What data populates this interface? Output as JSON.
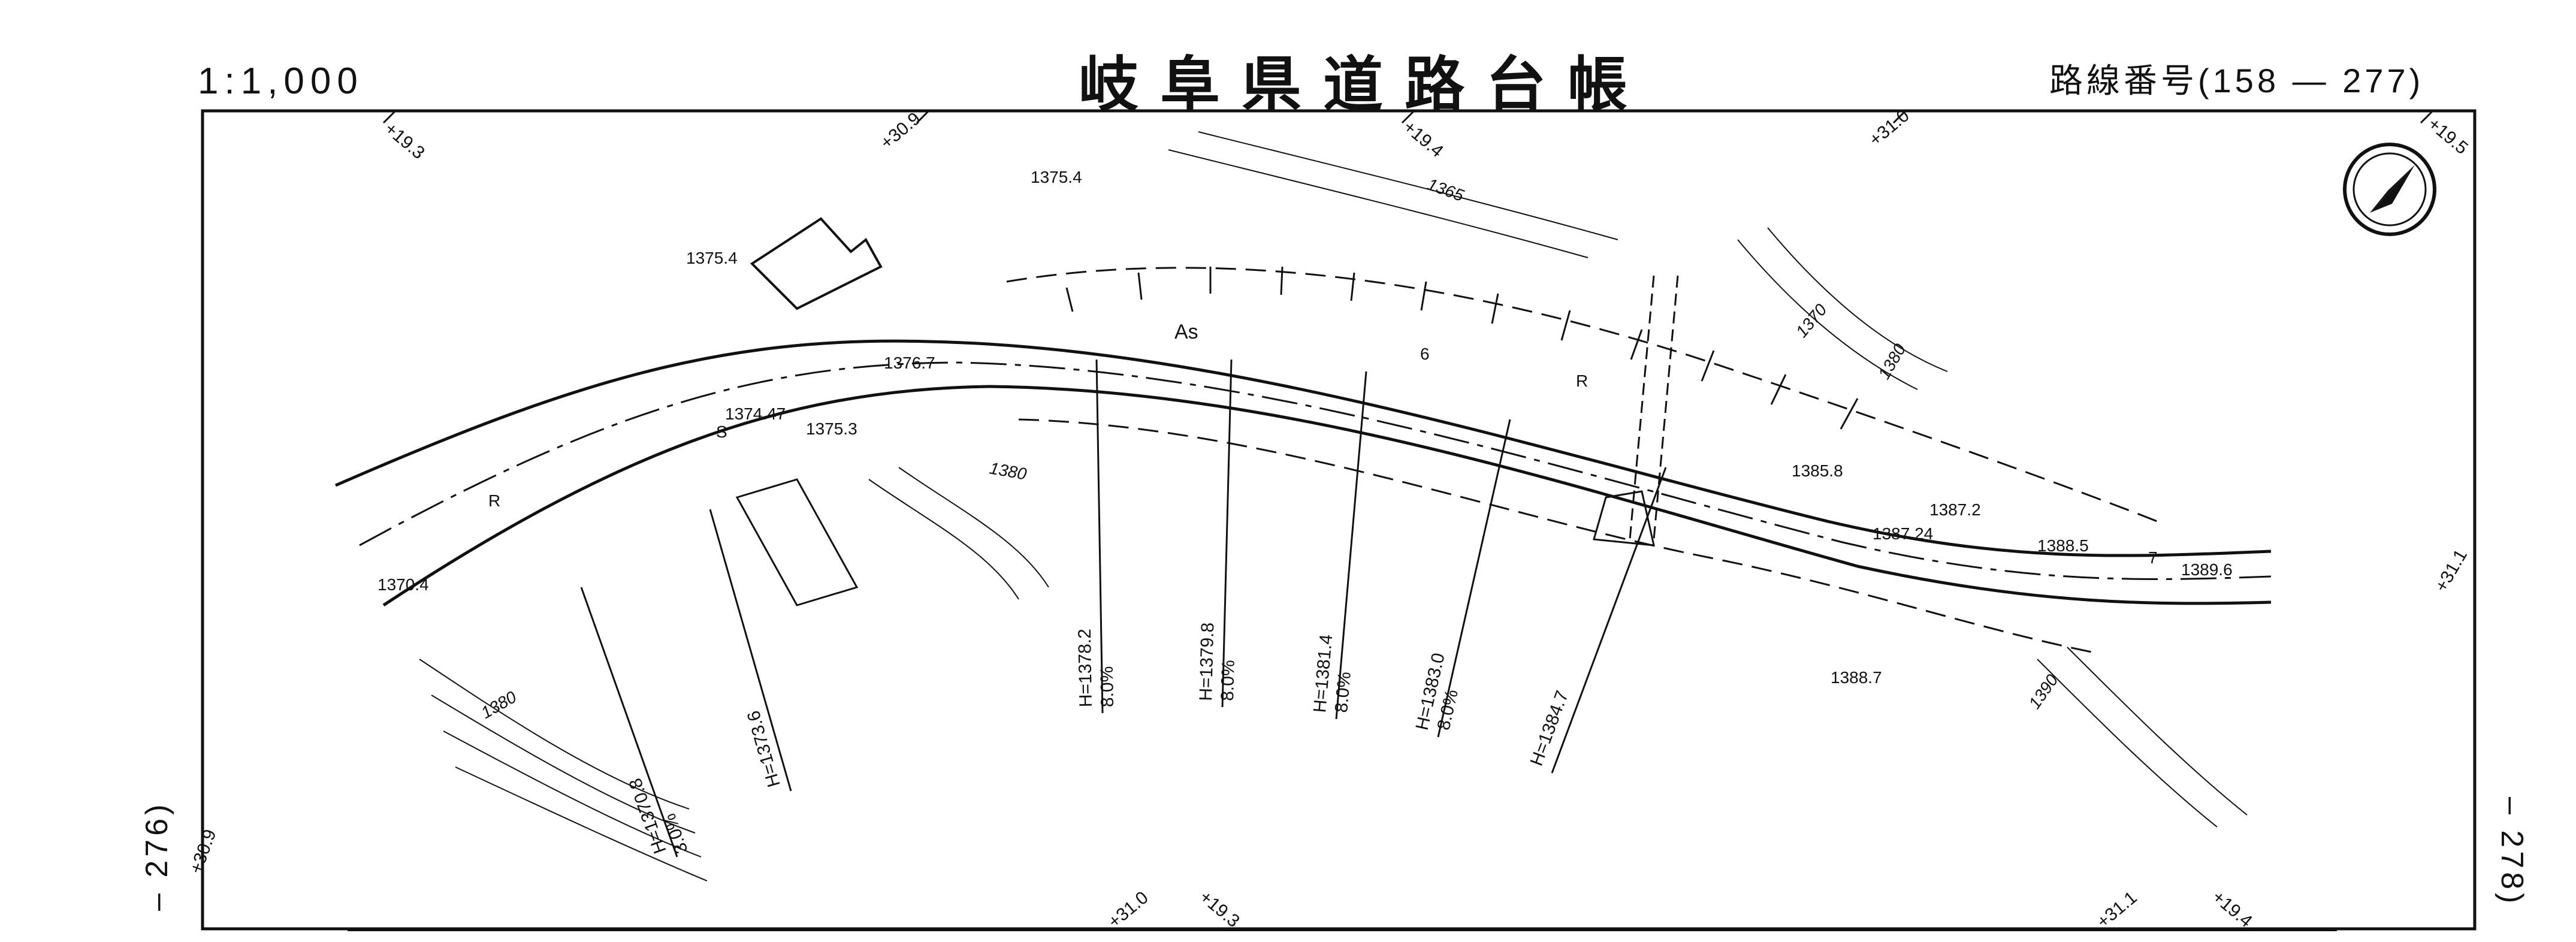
{
  "header": {
    "scale": "1:1,000",
    "title": "岐阜県道路台帳",
    "route_label": "路線番号(158 ― 277)"
  },
  "adjacent": {
    "left": "– 276)",
    "right": "– 278)"
  },
  "stations": {
    "top": [
      "+19.3",
      "+30.9",
      "+19.4",
      "+31.0",
      "+19.5"
    ],
    "right": "+31.1",
    "left": "+30.9",
    "bottom": [
      "+31.0",
      "+19.3",
      "+31.1",
      "+19.4"
    ]
  },
  "spot_heights": [
    "1375.4",
    "1375.4",
    "1376.7",
    "1374.47",
    "1375.3",
    "1370.4",
    "1385.8",
    "1387.2",
    "1387.24",
    "1388.5",
    "1389.6",
    "1388.7"
  ],
  "contour_labels": [
    "1365",
    "1370",
    "1380",
    "1380",
    "1380",
    "1390"
  ],
  "road_labels": {
    "surface": "As",
    "r": "R",
    "s": "S",
    "six": "6",
    "seven": "7"
  },
  "grade_lines": [
    {
      "h": "H=1370.8",
      "pct": "3.0%"
    },
    {
      "h": "H=1373.6",
      "pct": ""
    },
    {
      "h": "H=1378.2",
      "pct": "8.0%"
    },
    {
      "h": "H=1379.8",
      "pct": "8.0%"
    },
    {
      "h": "H=1381.4",
      "pct": "8.0%"
    },
    {
      "h": "H=1383.0",
      "pct": "8.0%"
    },
    {
      "h": "H=1384.7",
      "pct": ""
    }
  ],
  "north_arrow": "north-arrow-icon"
}
